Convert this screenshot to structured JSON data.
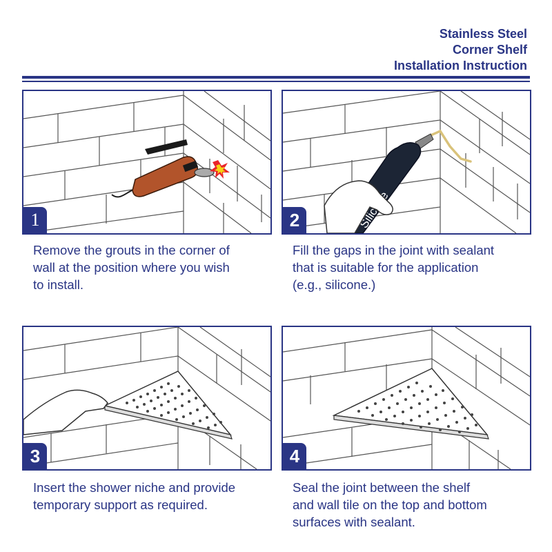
{
  "header": {
    "line1": "Stainless Steel",
    "line2": "Corner Shelf",
    "line3": "Installation Instruction"
  },
  "steps": [
    {
      "number": "1",
      "caption": [
        "Remove the grouts in the corner of",
        "wall at the position where you wish",
        "to install."
      ]
    },
    {
      "number": "2",
      "tool_label": "Silicone",
      "caption": [
        "Fill the gaps in the joint with sealant",
        "that is suitable for the application",
        "(e.g., silicone.)"
      ]
    },
    {
      "number": "3",
      "caption": [
        "Insert the shower niche and provide",
        "temporary support as required."
      ]
    },
    {
      "number": "4",
      "caption": [
        "Seal the joint between the shelf",
        "and wall tile on the top and bottom",
        "surfaces with sealant."
      ]
    }
  ],
  "colors": {
    "brand_navy": "#2a3585",
    "tool_orange": "#b2542b",
    "silicone_gun": "#1c2535",
    "silicone_bead": "#d9c27a"
  }
}
